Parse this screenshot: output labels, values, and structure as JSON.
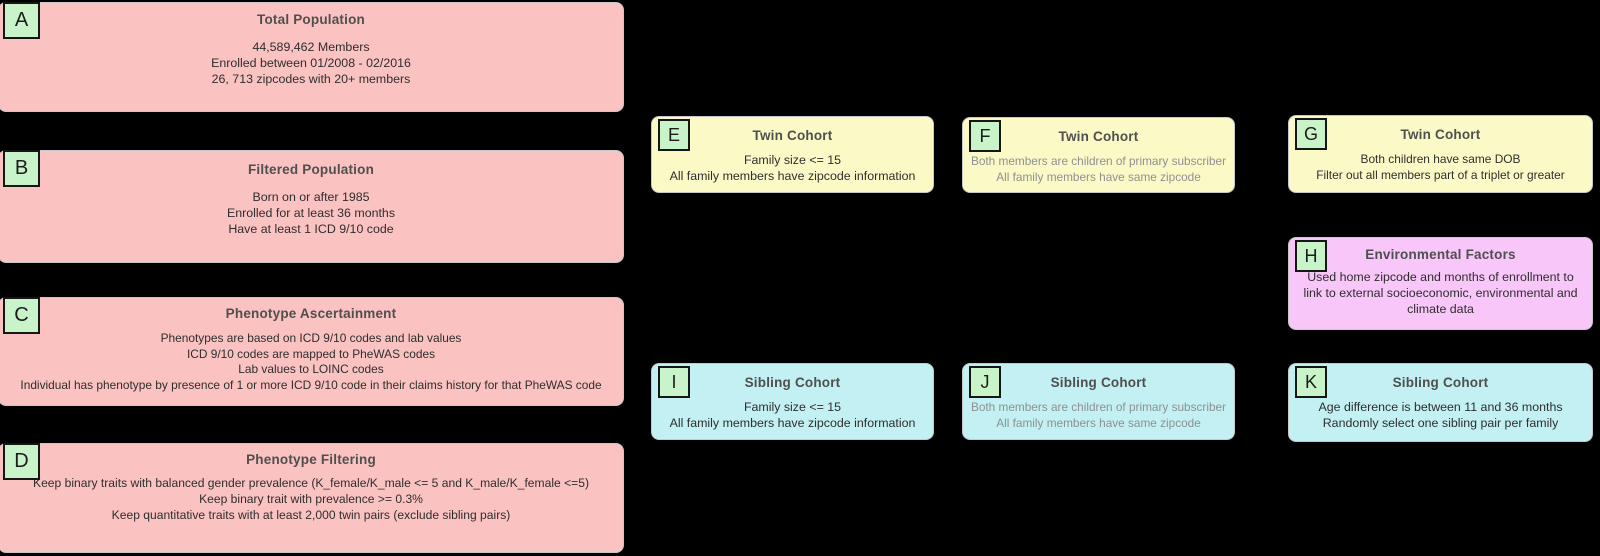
{
  "diagram": {
    "background_color": "#000000",
    "colors": {
      "population_box": "#fbc2c2",
      "twin_cohort_box": "#fbfac7",
      "sibling_cohort_box": "#c3f0f2",
      "environmental_box": "#f8c6f8",
      "label_square": "#c9f4c9",
      "box_border": "#c6c6cb",
      "title_text": "#4f4f4f",
      "body_text": "#2e2e2e",
      "muted_text": "#8e9092"
    },
    "boxes": [
      {
        "id": "A",
        "title": "Total Population",
        "lines": [
          "44,589,462 Members",
          "Enrolled between 01/2008 - 02/2016",
          "26, 713 zipcodes with 20+ members"
        ]
      },
      {
        "id": "B",
        "title": "Filtered Population",
        "lines": [
          "Born on or after 1985",
          "Enrolled for at least 36 months",
          "Have at least 1 ICD 9/10 code"
        ]
      },
      {
        "id": "C",
        "title": "Phenotype Ascertainment",
        "lines": [
          "Phenotypes are based on ICD 9/10 codes and lab values",
          "ICD 9/10 codes are mapped to PheWAS codes",
          "Lab values to LOINC codes",
          "Individual has phenotype by presence of 1 or more ICD 9/10 code in their claims history for that PheWAS code"
        ]
      },
      {
        "id": "D",
        "title": "Phenotype Filtering",
        "lines": [
          "Keep binary traits with balanced gender prevalence (K_female/K_male <= 5 and K_male/K_female <=5)",
          "Keep binary trait with prevalence >= 0.3%",
          "Keep quantitative traits with at least 2,000 twin pairs (exclude sibling pairs)"
        ]
      },
      {
        "id": "E",
        "title": "Twin Cohort",
        "lines": [
          "Family size <= 15",
          "All family members have zipcode information"
        ]
      },
      {
        "id": "F",
        "title": "Twin Cohort",
        "lines": [
          "Both members are children of primary subscriber",
          "All family members have same zipcode"
        ]
      },
      {
        "id": "G",
        "title": "Twin Cohort",
        "lines": [
          "Both children have same DOB",
          "Filter out all members part of a triplet or greater"
        ]
      },
      {
        "id": "H",
        "title": "Environmental Factors",
        "lines": [
          "Used home zipcode and months of enrollment to",
          "link to external socioeconomic, environmental and",
          "climate data"
        ]
      },
      {
        "id": "I",
        "title": "Sibling Cohort",
        "lines": [
          "Family size <= 15",
          "All family members have zipcode information"
        ]
      },
      {
        "id": "J",
        "title": "Sibling Cohort",
        "lines": [
          "Both members are children of primary subscriber",
          "All family members have same zipcode"
        ]
      },
      {
        "id": "K",
        "title": "Sibling Cohort",
        "lines": [
          "Age difference is between 11 and 36 months",
          "Randomly select one sibling pair per family"
        ]
      }
    ]
  }
}
